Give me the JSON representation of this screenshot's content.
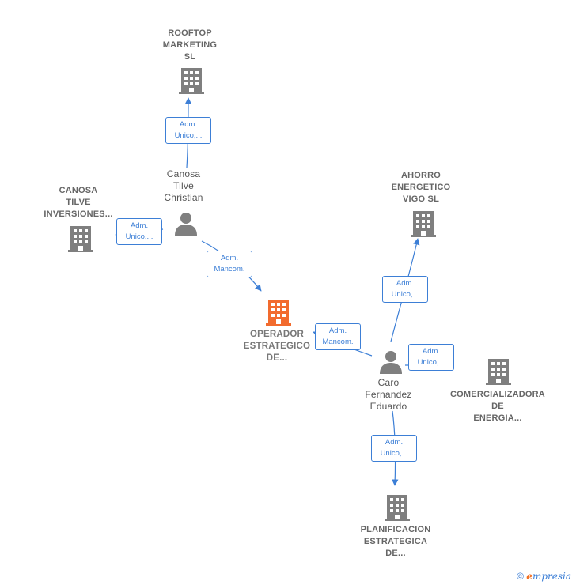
{
  "colors": {
    "company": "#7f7f7f",
    "focus": "#f26b2e",
    "person": "#7f7f7f",
    "edge": "#3d7fd6"
  },
  "nodes": {
    "rooftop": {
      "label": "ROOFTOP\nMARKETING\nSL"
    },
    "canosa_inv": {
      "label": "CANOSA\nTILVE\nINVERSIONES..."
    },
    "canosa_person": {
      "label": "Canosa\nTilve\nChristian"
    },
    "operador": {
      "label": "OPERADOR\nESTRATEGICO\nDE..."
    },
    "ahorro": {
      "label": "AHORRO\nENERGETICO\nVIGO  SL"
    },
    "caro_person": {
      "label": "Caro\nFernandez\nEduardo"
    },
    "comercializadora": {
      "label": "COMERCIALIZADORA\nDE\nENERGIA..."
    },
    "planificacion": {
      "label": "PLANIFICACION\nESTRATEGICA\nDE..."
    }
  },
  "relations": {
    "r1": "Adm.\nUnico,...",
    "r2": "Adm.\nUnico,...",
    "r3": "Adm.\nMancom.",
    "r4": "Adm.\nMancom.",
    "r5": "Adm.\nUnico,...",
    "r6": "Adm.\nUnico,...",
    "r7": "Adm.\nUnico,..."
  },
  "brand": {
    "copyright": "©",
    "e": "e",
    "rest": "mpresia"
  }
}
